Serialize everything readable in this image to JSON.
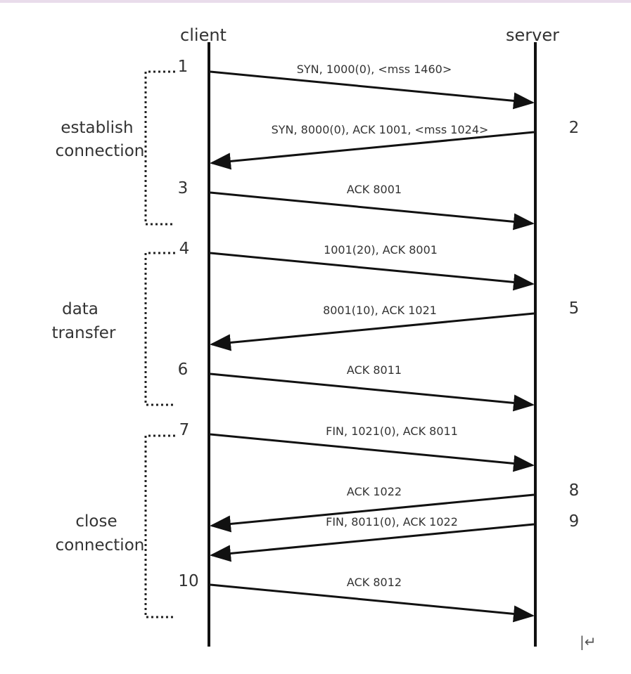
{
  "actors": {
    "client": "client",
    "server": "server"
  },
  "phases": [
    {
      "lines": [
        "establish",
        "connection"
      ]
    },
    {
      "lines": [
        "data",
        "transfer"
      ]
    },
    {
      "lines": [
        "close",
        "connection"
      ]
    }
  ],
  "messages": [
    {
      "step": "1",
      "from": "client",
      "label": "SYN, 1000(0), <mss 1460>"
    },
    {
      "step": "2",
      "from": "server",
      "label": "SYN, 8000(0), ACK 1001, <mss 1024>"
    },
    {
      "step": "3",
      "from": "client",
      "label": "ACK 8001"
    },
    {
      "step": "4",
      "from": "client",
      "label": "1001(20), ACK 8001"
    },
    {
      "step": "5",
      "from": "server",
      "label": "8001(10), ACK 1021"
    },
    {
      "step": "6",
      "from": "client",
      "label": "ACK 8011"
    },
    {
      "step": "7",
      "from": "client",
      "label": "FIN, 1021(0), ACK 8011"
    },
    {
      "step": "8",
      "from": "server",
      "label": "ACK 1022"
    },
    {
      "step": "9",
      "from": "server",
      "label": "FIN, 8011(0), ACK 1022"
    },
    {
      "step": "10",
      "from": "client",
      "label": "ACK 8012"
    }
  ],
  "footer_mark": "|↵"
}
